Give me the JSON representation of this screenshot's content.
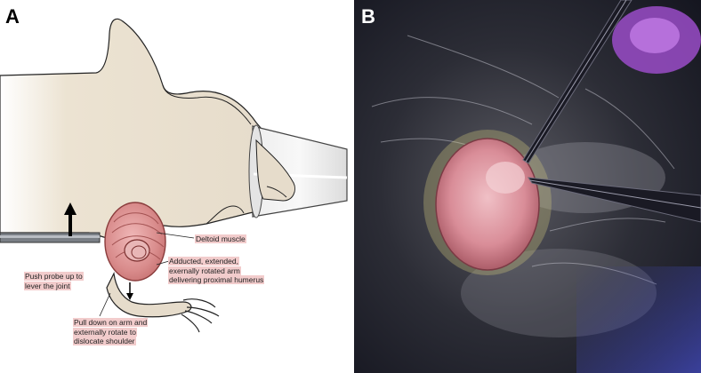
{
  "panels": {
    "a_letter": "A",
    "b_letter": "B"
  },
  "labels": {
    "deltoid": "Deltoid muscle",
    "push_line1": "Push probe up to",
    "push_line2": "lever the joint",
    "arm_line1": "Adducted, extended,",
    "arm_line2": "exernally rotated arm",
    "arm_line3": "delivering proximal humerus",
    "pull_line1": "Pull down on arm and",
    "pull_line2": "externally rotate to",
    "pull_line3": "dislocate shoulder"
  },
  "colors": {
    "body_fill": "#e6dccb",
    "muscle": "#d98c8c",
    "highlight": "#f2cccc",
    "photo_bg": "#1a1d2e",
    "tissue": "#e0a0a8"
  }
}
